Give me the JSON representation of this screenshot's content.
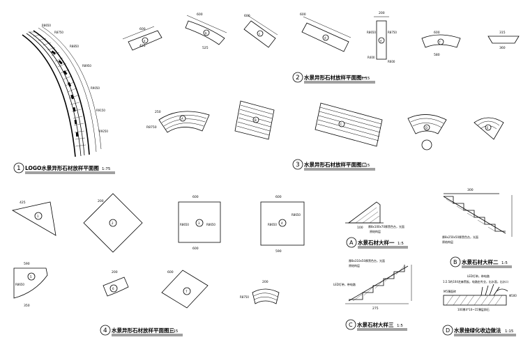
{
  "titles": {
    "t1": {
      "num": "1",
      "text": "LOGO水景异形石材放样平面图",
      "scale": "1:75"
    },
    "t2": {
      "num": "2",
      "text": "水景异形石材放样平面图一",
      "scale": "1:15"
    },
    "t3": {
      "num": "3",
      "text": "水景异形石材放样平面图二",
      "scale": "1:15"
    },
    "t4": {
      "num": "4",
      "text": "水景异形石材放样平面图三",
      "scale": "1:15"
    },
    "tA": {
      "num": "A",
      "text": "水景石材大样一",
      "scale": "1:5"
    },
    "tB": {
      "num": "B",
      "text": "水景石材大样二",
      "scale": "1:5"
    },
    "tC": {
      "num": "C",
      "text": "水景石材大样三",
      "scale": "1:5"
    },
    "tD": {
      "num": "D",
      "text": "水景接绿化收边做法",
      "scale": "1:15"
    }
  },
  "pieces_row1": [
    "a",
    "b",
    "c",
    "d",
    "e",
    "f"
  ],
  "pieces_row2": [
    "A",
    "B",
    "C",
    "D",
    "E"
  ],
  "pieces_row3": [
    "1",
    "2",
    "3",
    "4",
    "5",
    "6",
    "7"
  ],
  "dims": {
    "d600": "600",
    "d590": "590",
    "d300": "300",
    "d315": "315",
    "d360": "360",
    "d100": "100",
    "d200": "200",
    "d275": "275",
    "d8650": "R8650",
    "d8750": "R8750",
    "d400": "R400",
    "d600r": "R600",
    "d425": "425",
    "d8550": "R8550"
  },
  "notes": {
    "nA": "厚8x100x70厚黑色台，光面",
    "nA2": "原结构层",
    "nB": "厚8x250x50厚黑色台，光面",
    "nB2": "原结构层",
    "nC": "厚8x310x50厚黑色台，光面",
    "nC2": "原结构层",
    "nC3": "LED灯带，带电路",
    "nD1": "LED灯带，带电路",
    "nD2": "1:2.5的104芝麻黑板，电路由专业，出水面，出水口",
    "nD3": "M5薄面砖",
    "nD4": "100厚4*10~15薄层卵石",
    "nD5": "Φ500"
  }
}
